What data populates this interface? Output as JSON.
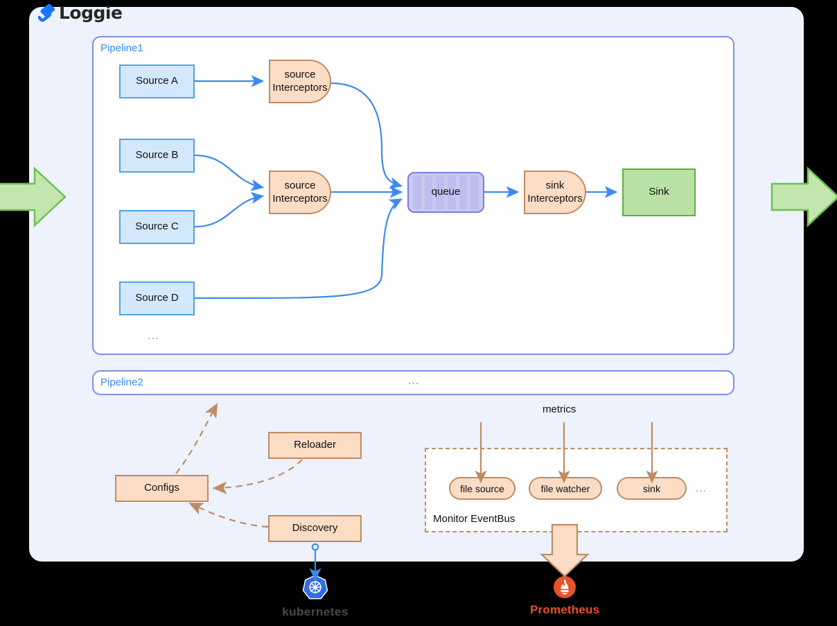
{
  "brand": {
    "logo_text": "Loggie",
    "logo_icon": "loggie-s-mark",
    "logo_color": "#1A73FF"
  },
  "flow": {
    "input_arrow_icon": "green-right-arrow",
    "output_arrow_icon": "green-right-arrow",
    "arrow_color": "#C3E6AE"
  },
  "pipeline1": {
    "label": "Pipeline1",
    "ellipsis": "...",
    "sources": [
      {
        "label": "Source A"
      },
      {
        "label": "Source B"
      },
      {
        "label": "Source C"
      },
      {
        "label": "Source D"
      }
    ],
    "interceptors": [
      {
        "line1": "source",
        "line2": "Interceptors"
      },
      {
        "line1": "source",
        "line2": "Interceptors"
      }
    ],
    "queue": {
      "label": "queue"
    },
    "sink_interceptor": {
      "line1": "sink",
      "line2": "Interceptors"
    },
    "sink": {
      "label": "Sink"
    }
  },
  "pipeline2": {
    "label": "Pipeline2",
    "ellipsis": "..."
  },
  "control": {
    "reloader": "Reloader",
    "configs": "Configs",
    "discovery": "Discovery"
  },
  "monitor": {
    "metrics_label": "metrics",
    "eventbus_label": "Monitor EventBus",
    "pills": [
      {
        "label": "file source"
      },
      {
        "label": "file watcher"
      },
      {
        "label": "sink"
      }
    ],
    "ellipsis": "..."
  },
  "integrations": {
    "kubernetes": {
      "name": "kubernetes",
      "icon": "kubernetes-helm-icon",
      "color": "#326CE5"
    },
    "prometheus": {
      "name": "Prometheus",
      "icon": "prometheus-flame-icon",
      "color": "#E6522C"
    }
  },
  "colors": {
    "panel_bg": "#EDF2FD",
    "source_fill": "#D4E8FC",
    "source_border": "#4FA3E8",
    "interceptor_fill": "#FBDCC4",
    "interceptor_border": "#C08B63",
    "queue_fill": "#C9C9F2",
    "queue_border": "#7B7BE0",
    "sink_fill": "#B9E0A5",
    "sink_border": "#5FAE45",
    "pipeline_border": "#7B8FEA",
    "blue_arrow": "#3B8BEF",
    "brown_arrow": "#C08B63"
  }
}
